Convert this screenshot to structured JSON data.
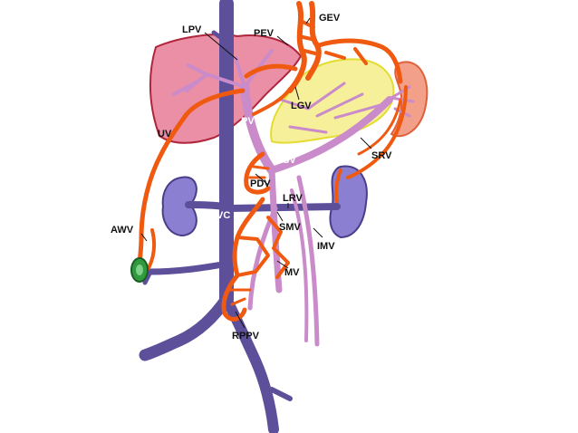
{
  "diagram": {
    "labels": {
      "lpv": "LPV",
      "pev": "PEV",
      "gev": "GEV",
      "lgv": "LGV",
      "uv": "UV",
      "pv": "PV",
      "srv": "SRV",
      "sv": "SV",
      "pdv": "PDV",
      "lrv": "LRV",
      "ivc": "IVC",
      "smv": "SMV",
      "awv": "AWV",
      "imv": "IMV",
      "mv": "MV",
      "rppv": "RPPV"
    },
    "colors": {
      "ivc": "#5e4f9a",
      "portal": "#c98bc9",
      "collateral": "#f05a10",
      "liver": "#ea8fa5",
      "liver_outline": "#b0243c",
      "stomach": "#f7f09a",
      "spleen": "#f2a08a",
      "kidney": "#8a7fd0",
      "umbilicus": "#2f9a3e"
    }
  }
}
